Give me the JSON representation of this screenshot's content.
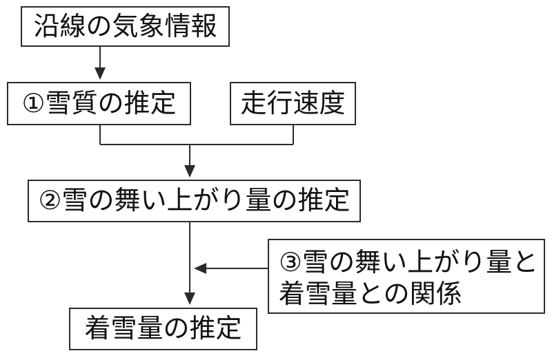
{
  "nodes": {
    "weather": "沿線の気象情報",
    "snow_quality": "①雪質の推定",
    "speed": "走行速度",
    "blowup": "②雪の舞い上がり量の推定",
    "relation_line1": "③雪の舞い上がり量と",
    "relation_line2": "着雪量との関係",
    "accretion": "着雪量の推定"
  },
  "colors": {
    "line": "#2a2a2a",
    "border": "#2a2a2a",
    "text": "#111111",
    "background": "#ffffff"
  }
}
